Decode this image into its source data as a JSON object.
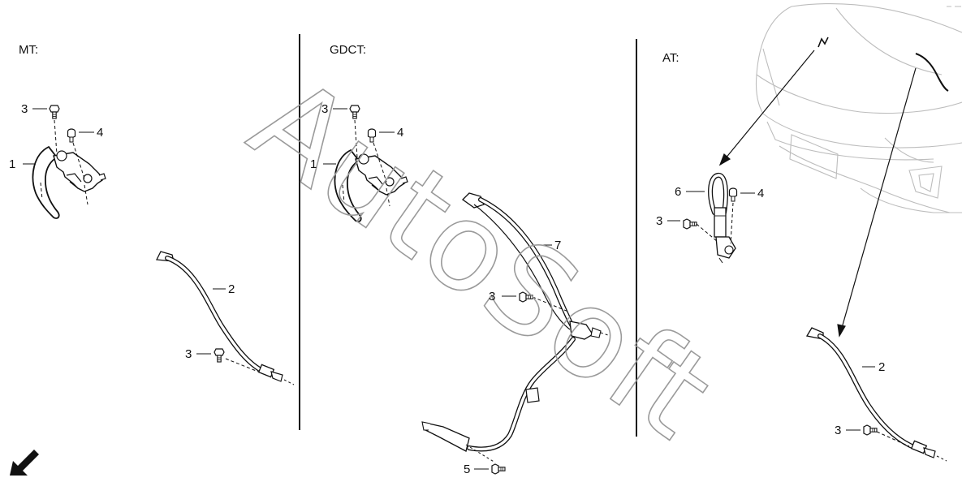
{
  "sections": [
    {
      "id": "mt",
      "label": "MT:"
    },
    {
      "id": "gdct",
      "label": "GDCT:"
    },
    {
      "id": "at",
      "label": "AT:"
    }
  ],
  "callouts": {
    "mt": [
      "1",
      "2",
      "3",
      "3",
      "4"
    ],
    "gdct": [
      "1",
      "3",
      "3",
      "4",
      "5",
      "7"
    ],
    "at": [
      "2",
      "3",
      "3",
      "4",
      "6"
    ]
  },
  "watermark": "AutoSoft",
  "icons": {
    "direction_arrow": "front-direction-arrow-icon",
    "bolt": "bolt-icon",
    "nut": "nut-icon",
    "vehicle": "vehicle-front-outline"
  },
  "colors": {
    "line": "#111111",
    "vehicle_outline": "#bdbdbd",
    "watermark": "#9a9a9a"
  }
}
